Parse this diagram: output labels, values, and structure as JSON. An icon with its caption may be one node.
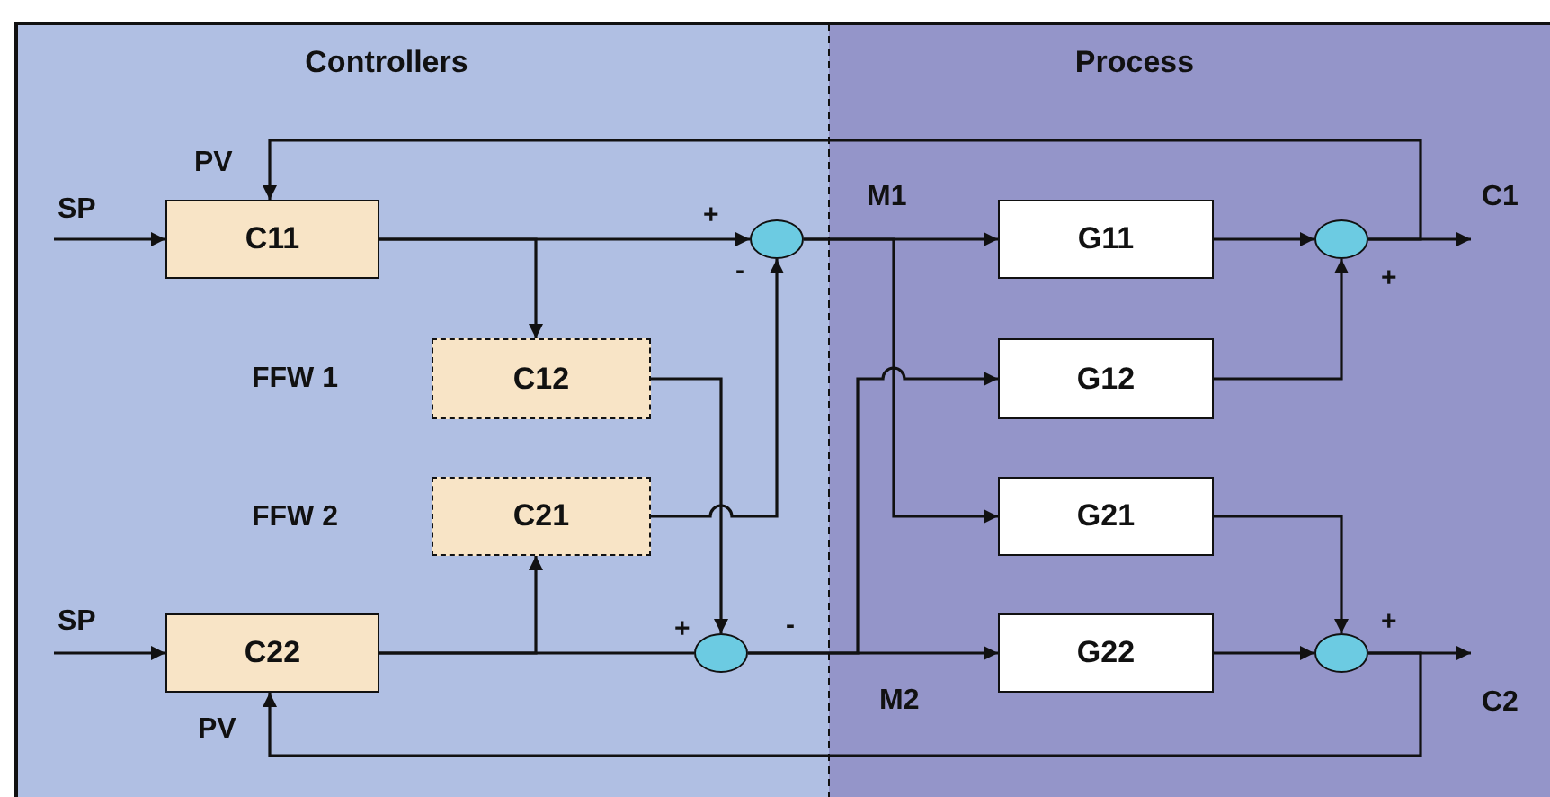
{
  "diagram": {
    "nodes": [
      {
        "text": [
          "Controllers"
        ]
      },
      {
        "text": [
          "Process"
        ]
      },
      {
        "text": [
          "C11"
        ],
        "in": 0
      },
      {
        "text": [
          "C12"
        ],
        "in": 0,
        "beside": [
          "FFW 1"
        ]
      },
      {
        "text": [
          "C21"
        ],
        "in": 0,
        "beside": [
          "FFW 2"
        ]
      },
      {
        "text": [
          "C22"
        ],
        "in": 0
      },
      {
        "text": [],
        "shape": "circle",
        "in": 0
      },
      {
        "text": [],
        "shape": "circle",
        "in": 0
      },
      {
        "text": [
          "G11"
        ],
        "in": 1
      },
      {
        "text": [
          "G12"
        ],
        "in": 1
      },
      {
        "text": [
          "G21"
        ],
        "in": 1
      },
      {
        "text": [
          "G22"
        ],
        "in": 1
      },
      {
        "text": [],
        "shape": "circle",
        "in": 1
      },
      {
        "text": [],
        "shape": "circle",
        "in": 1
      }
    ],
    "edges": [
      {
        "from": null,
        "to": 2,
        "arrow": "to",
        "label": "SP"
      },
      {
        "from": 2,
        "to": 6,
        "arrow": "to"
      },
      {
        "from": 2,
        "to": 3,
        "arrow": "to"
      },
      {
        "from": 3,
        "to": 7,
        "arrow": "to"
      },
      {
        "from": 4,
        "to": 6,
        "arrow": "to"
      },
      {
        "from": 5,
        "to": 7,
        "arrow": "none"
      },
      {
        "from": 5,
        "to": 4,
        "arrow": "to"
      },
      {
        "from": 6,
        "to": 8,
        "arrow": "to",
        "label": "M1"
      },
      {
        "from": 6,
        "to": 10,
        "arrow": "to"
      },
      {
        "from": 7,
        "to": 11,
        "arrow": "to",
        "label": "M2"
      },
      {
        "from": 7,
        "to": 9,
        "arrow": "to"
      },
      {
        "from": 8,
        "to": 12,
        "arrow": "to"
      },
      {
        "from": 9,
        "to": 12,
        "arrow": "to"
      },
      {
        "from": 10,
        "to": 13,
        "arrow": "to"
      },
      {
        "from": 11,
        "to": 13,
        "arrow": "to"
      },
      {
        "from": 12,
        "to": null,
        "arrow": "to",
        "label": "C1"
      },
      {
        "from": 13,
        "to": null,
        "arrow": "to",
        "label": "C2"
      },
      {
        "from": 12,
        "to": 2,
        "arrow": "to",
        "label": "PV"
      },
      {
        "from": 13,
        "to": 5,
        "arrow": "to",
        "label": "PV"
      },
      {
        "from": null,
        "to": 5,
        "arrow": "to",
        "label": "SP"
      }
    ],
    "labels": [
      "+",
      "-",
      "+",
      "+",
      "-",
      "+"
    ]
  }
}
